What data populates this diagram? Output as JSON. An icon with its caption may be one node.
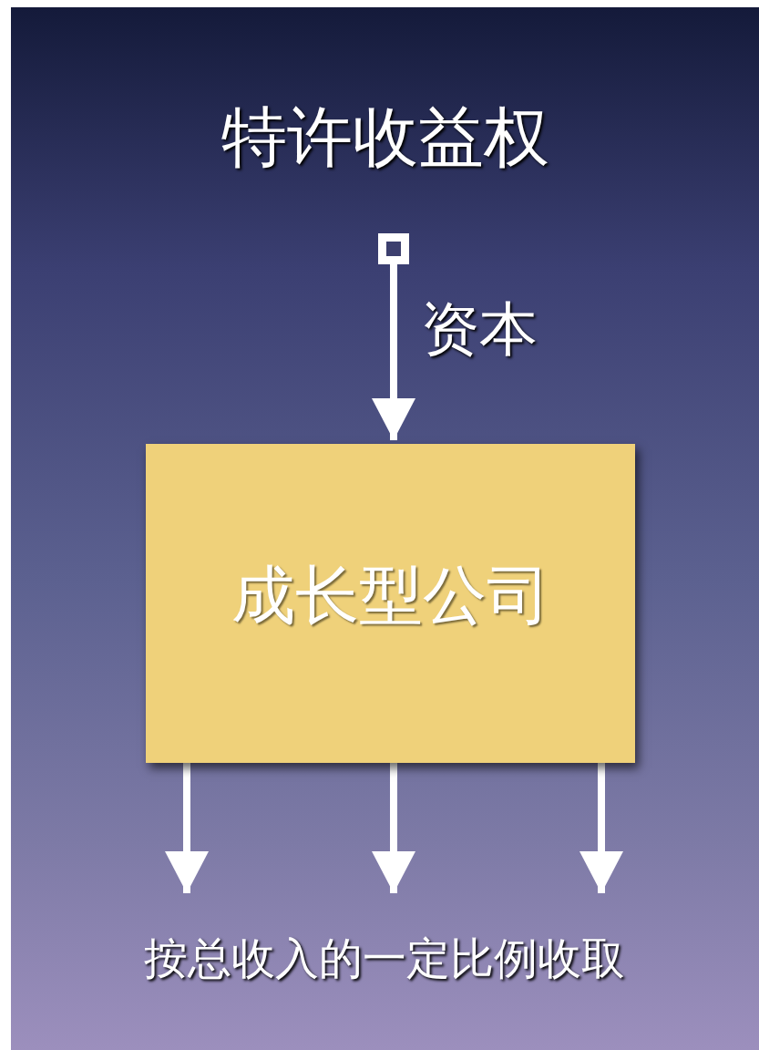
{
  "diagram": {
    "title": "特许收益权",
    "nodes": [
      {
        "text": [
          "成长型公司"
        ]
      },
      {
        "text": [
          "按总收入的一定比例收取"
        ]
      }
    ],
    "edges": [
      {
        "from": null,
        "to": 0,
        "arrow": "to",
        "label": "资本"
      },
      {
        "from": 0,
        "to": 1,
        "arrow": "to"
      },
      {
        "from": 0,
        "to": 1,
        "arrow": "to"
      },
      {
        "from": 0,
        "to": 1,
        "arrow": "to"
      }
    ]
  }
}
